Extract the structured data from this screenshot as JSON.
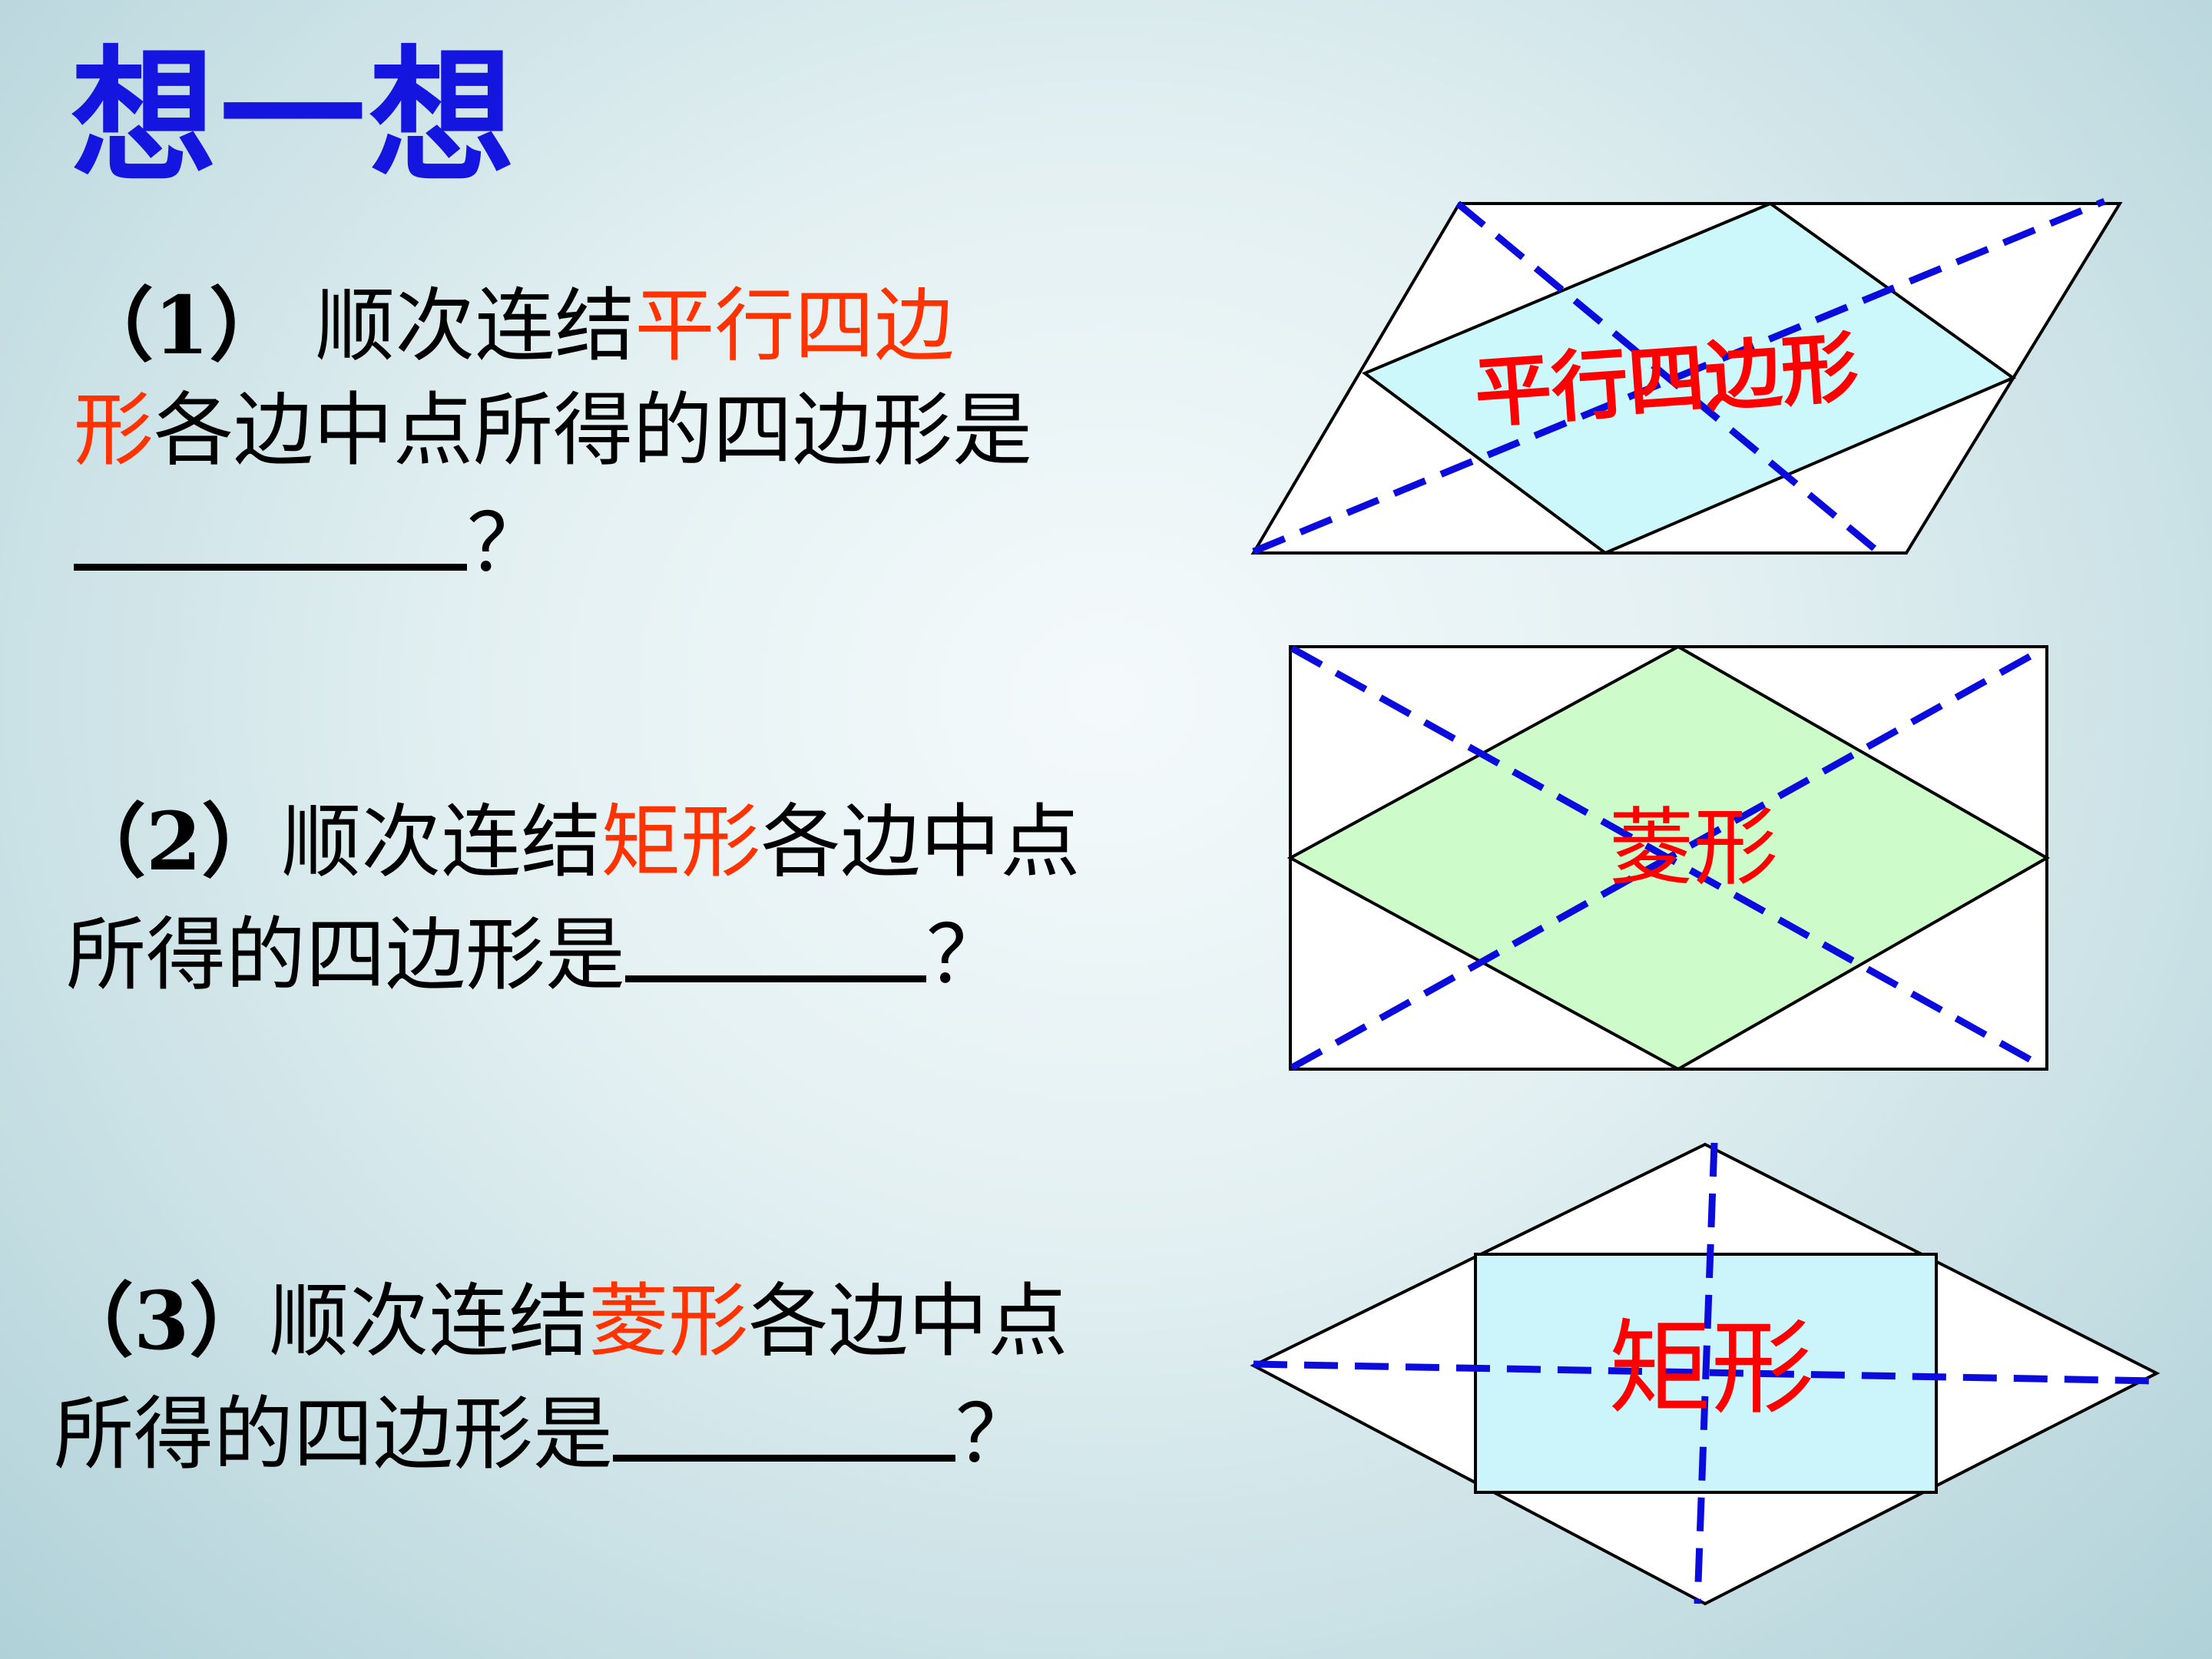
{
  "title": "想一想",
  "colors": {
    "title": "#1515e0",
    "highlight": "#ff3300",
    "diagonal": "#0b0bdc",
    "figure_label": "#ff0000",
    "fill_parallelogram": "#ccf8fb",
    "fill_rhombus": "#cdfbc9",
    "fill_rectangle": "#ccf5fb"
  },
  "questions": [
    {
      "number": "（1）",
      "prefix": "顺次连结",
      "shape": "平行四边形",
      "suffix": "各边中点所得的四边形是",
      "end": "？"
    },
    {
      "number": "（2）",
      "prefix": "顺次连结",
      "shape": "矩形",
      "suffix": "各边中点所得的四边形是",
      "end": "？"
    },
    {
      "number": "（3）",
      "prefix": "顺次连结",
      "shape": "菱形",
      "suffix": "各边中点所得的四边形是",
      "end": "？"
    }
  ],
  "figures": [
    {
      "outer_shape": "平行四边形",
      "inner_label": "平行四边形"
    },
    {
      "outer_shape": "矩形",
      "inner_label": "菱形"
    },
    {
      "outer_shape": "菱形",
      "inner_label": "矩形"
    }
  ]
}
